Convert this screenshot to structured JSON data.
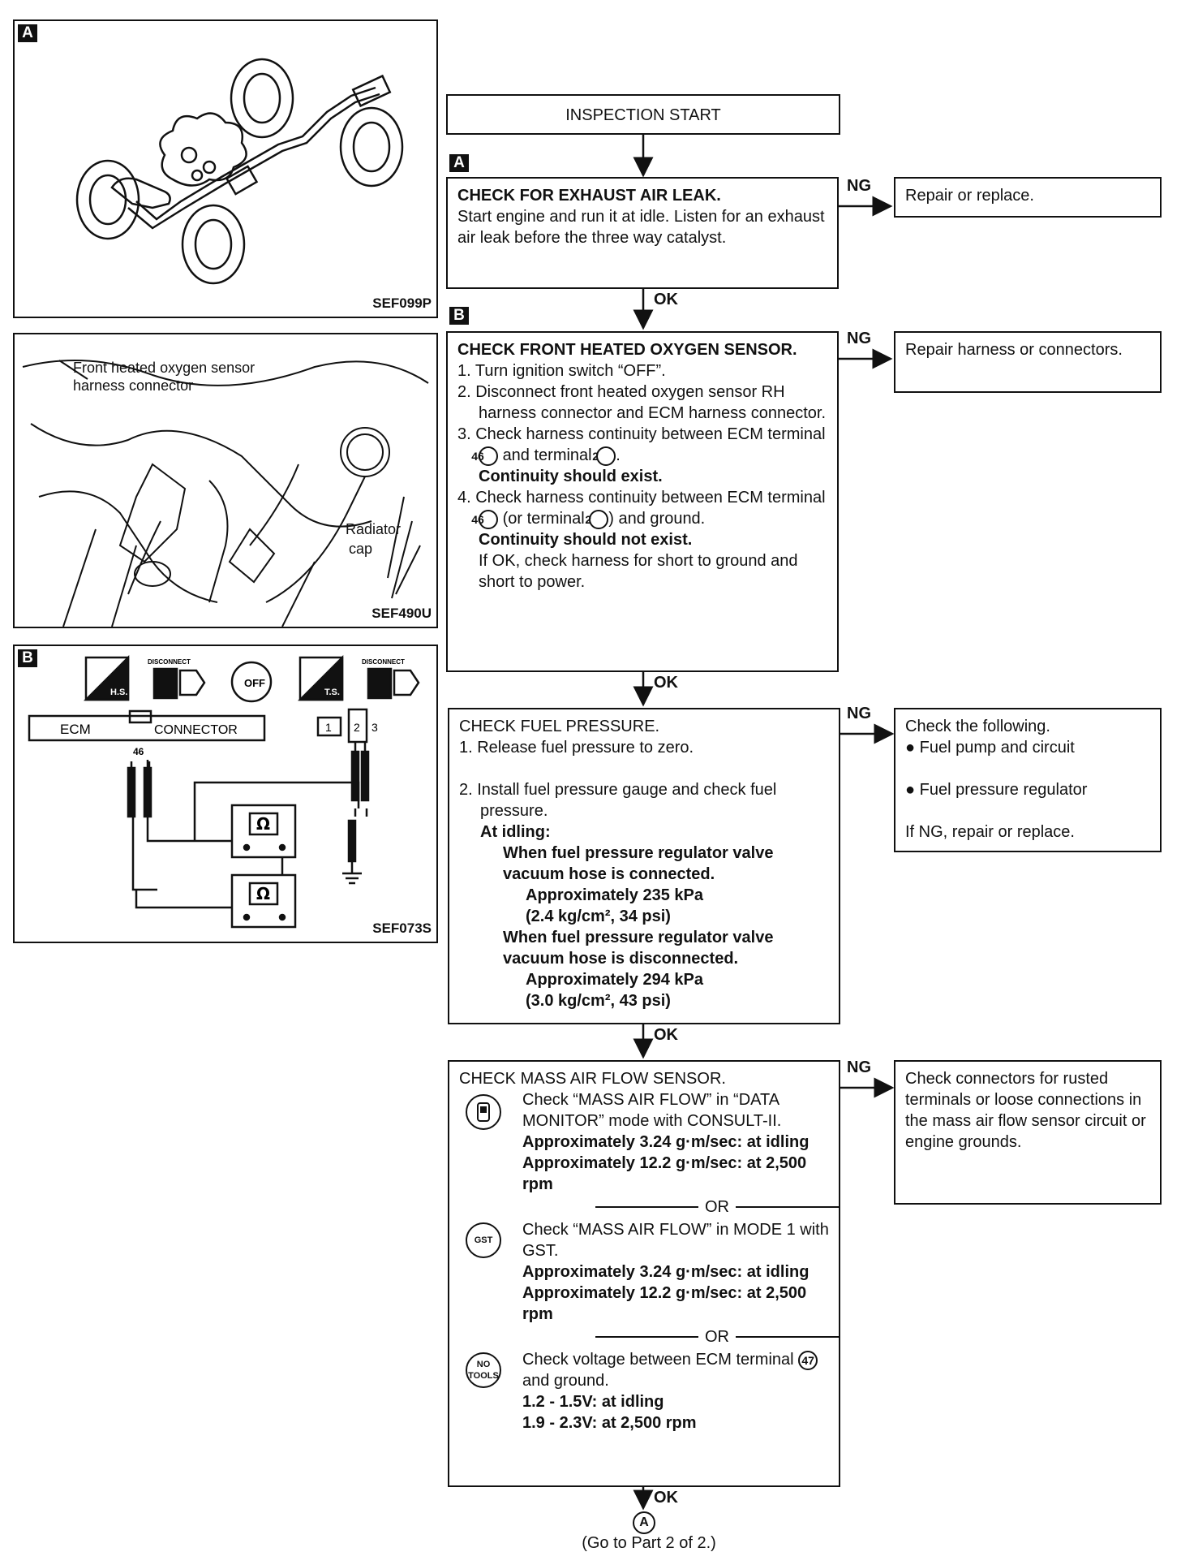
{
  "figures": {
    "a": {
      "tag": "A",
      "code": "SEF099P"
    },
    "b_photo": {
      "code": "SEF490U",
      "label_connector": "Front heated oxygen sensor harness connector",
      "label_connector_1": "Front heated oxygen sensor",
      "label_connector_2": "harness connector",
      "label_radiator_1": "Radiator",
      "label_radiator_2": "cap"
    },
    "b": {
      "tag": "B",
      "code": "SEF073S",
      "ecm": "ECM",
      "connector": "CONNECTOR",
      "pin": "46",
      "pins": "1 2 3",
      "pin1": "1",
      "pin2": "2",
      "pin3": "3",
      "disconnect": "DISCONNECT",
      "hs": "H.S.",
      "ts": "T.S.",
      "off": "OFF",
      "ohm": "Ω"
    }
  },
  "flow": {
    "start": "INSPECTION START",
    "tag_a": "A",
    "tag_b": "B",
    "ng": "NG",
    "ok": "OK",
    "step1": {
      "title": "CHECK FOR EXHAUST AIR LEAK.",
      "body": "Start engine and run it at idle. Listen for an exhaust air leak before the three way catalyst.",
      "ng_action": "Repair or replace."
    },
    "step2": {
      "title": "CHECK FRONT HEATED OXYGEN SENSOR.",
      "i1": "1. Turn ignition switch “OFF”.",
      "i2": "2. Disconnect front heated oxygen sensor RH harness connector and ECM harness connector.",
      "i3a": "3. Check harness continuity between ECM terminal",
      "i3t1": "46",
      "i3b": "and terminal",
      "i3t2": "2",
      "i3c": ".",
      "i3r": "Continuity should exist.",
      "i4a": "4. Check harness continuity between ECM terminal",
      "i4t1": "46",
      "i4b": "(or terminal",
      "i4t2": "2",
      "i4c": ") and ground.",
      "i4r": "Continuity should not exist.",
      "i4n": "If OK, check harness for short to ground and short to power.",
      "ng_action": "Repair harness or connectors."
    },
    "step3": {
      "title": "CHECK FUEL PRESSURE.",
      "i1": "1. Release fuel pressure to zero.",
      "i2": "2. Install fuel pressure gauge and check fuel pressure.",
      "at_idle": "At idling:",
      "c1": "When fuel pressure regulator valve vacuum hose is connected.",
      "v1a": "Approximately 235 kPa",
      "v1b": "(2.4 kg/cm², 34 psi)",
      "c2": "When fuel pressure regulator valve vacuum hose is disconnected.",
      "v2a": "Approximately 294 kPa",
      "v2b": "(3.0 kg/cm², 43 psi)",
      "ng_title": "Check the following.",
      "ng_b1": "Fuel pump and circuit",
      "ng_b2": "Fuel pressure regulator",
      "ng_note": "If NG, repair or replace."
    },
    "step4": {
      "title": "CHECK MASS AIR FLOW SENSOR.",
      "m1_text": "Check “MASS AIR FLOW” in “DATA MONITOR” mode with CONSULT-II.",
      "m1_v1": "Approximately 3.24 g·m/sec: at idling",
      "m1_v2": "Approximately 12.2 g·m/sec: at 2,500 rpm",
      "or": "OR",
      "m2_icon": "GST",
      "m2_text": "Check “MASS AIR FLOW” in MODE 1 with GST.",
      "m2_v1": "Approximately 3.24 g·m/sec: at idling",
      "m2_v2": "Approximately 12.2 g·m/sec: at 2,500 rpm",
      "m3_icon": "NO TOOLS",
      "m3_a": "Check voltage between ECM terminal",
      "m3_t": "47",
      "m3_b": "and ground.",
      "m3_v1": "1.2 - 1.5V: at idling",
      "m3_v2": "1.9 - 2.3V: at 2,500 rpm",
      "ng_action": "Check connectors for rusted terminals or loose connections in the mass air flow sensor circuit or engine grounds."
    },
    "end_symbol": "A",
    "end_note": "(Go to Part 2 of 2.)"
  }
}
